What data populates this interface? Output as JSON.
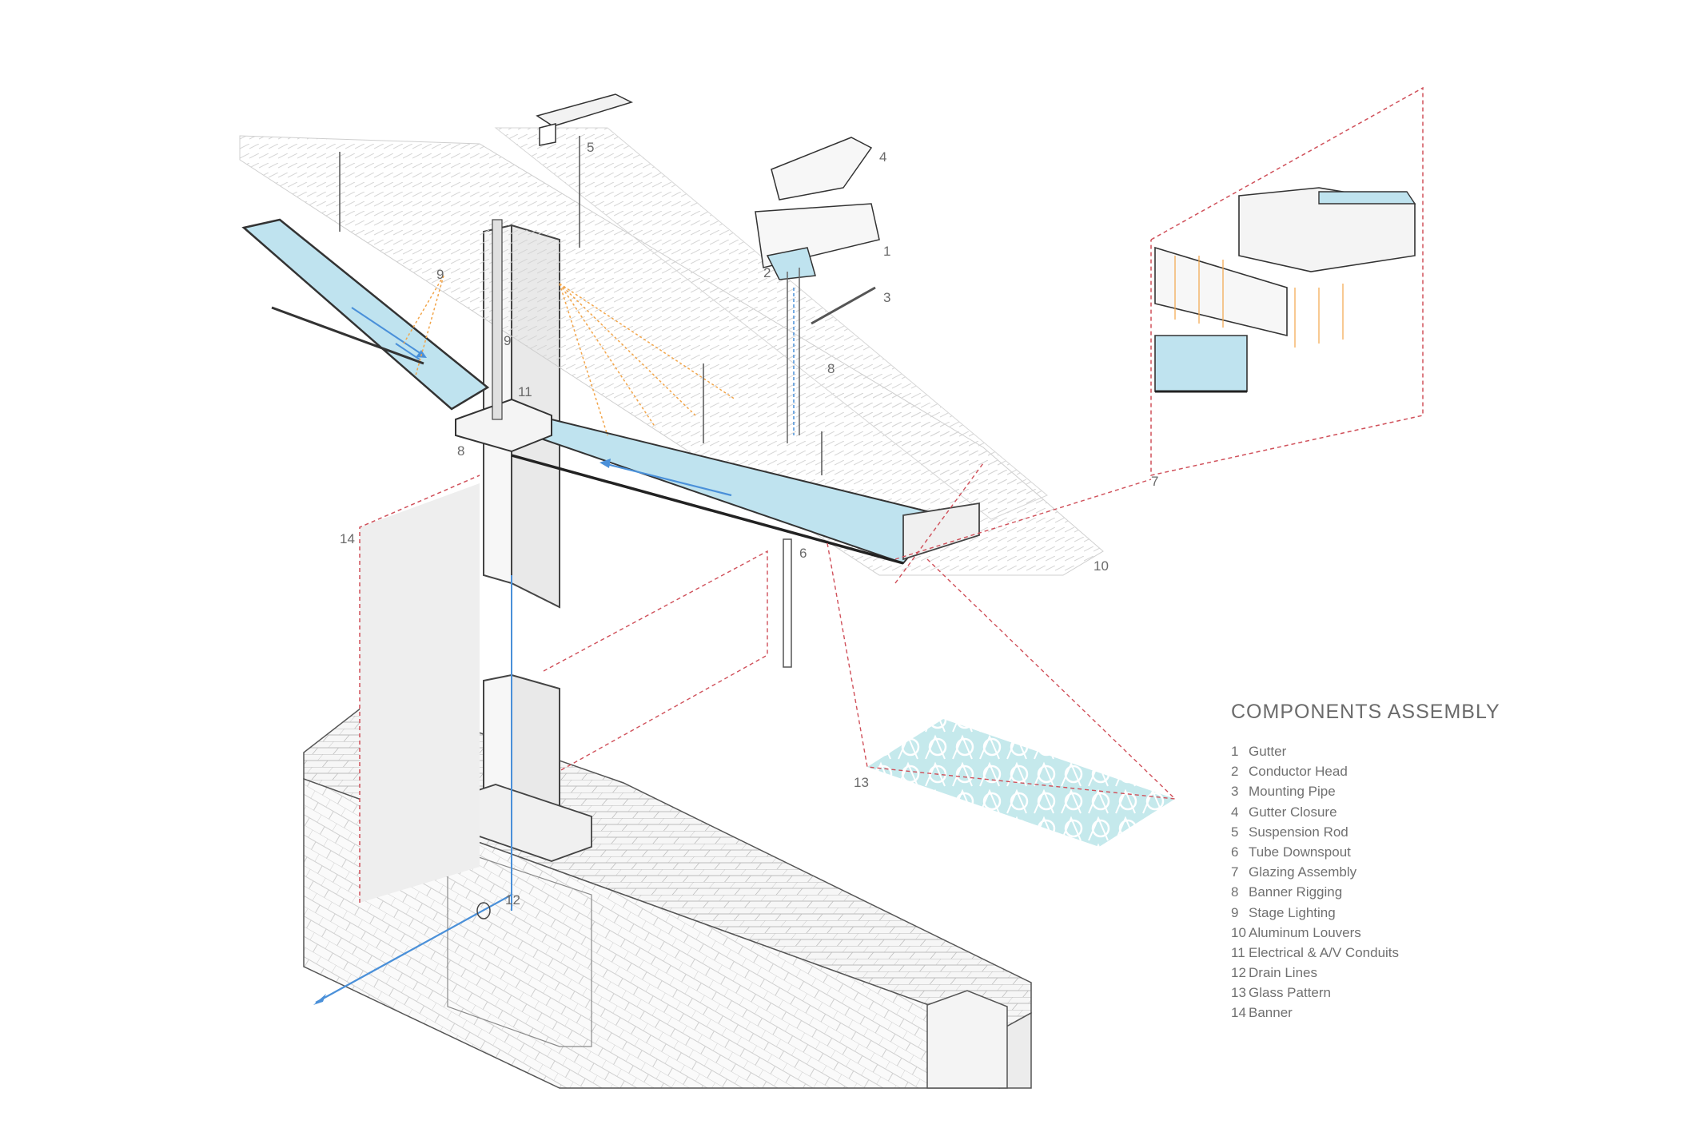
{
  "legend": {
    "title": "COMPONENTS ASSEMBLY",
    "items": [
      {
        "num": "1",
        "label": "Gutter"
      },
      {
        "num": "2",
        "label": "Conductor Head"
      },
      {
        "num": "3",
        "label": "Mounting Pipe"
      },
      {
        "num": "4",
        "label": "Gutter Closure"
      },
      {
        "num": "5",
        "label": "Suspension Rod"
      },
      {
        "num": "6",
        "label": "Tube Downspout"
      },
      {
        "num": "7",
        "label": "Glazing Assembly"
      },
      {
        "num": "8",
        "label": "Banner Rigging"
      },
      {
        "num": "9",
        "label": "Stage Lighting"
      },
      {
        "num": "10",
        "label": "Aluminum Louvers"
      },
      {
        "num": "11",
        "label": "Electrical & A/V Conduits"
      },
      {
        "num": "12",
        "label": "Drain Lines"
      },
      {
        "num": "13",
        "label": "Glass Pattern"
      },
      {
        "num": "14",
        "label": "Banner"
      }
    ]
  },
  "callouts": {
    "c1": "1",
    "c2": "2",
    "c3": "3",
    "c4": "4",
    "c5": "5",
    "c6": "6",
    "c7": "7",
    "c8a": "8",
    "c8b": "8",
    "c9a": "9",
    "c9b": "9",
    "c10": "10",
    "c11": "11",
    "c12": "12",
    "c13": "13",
    "c14": "14"
  },
  "colors": {
    "glass": "#bfe3ef",
    "flow_arrow": "#4a90d9",
    "light_beam": "#f2a54a",
    "dashed_guide": "#d0505a",
    "linework": "#555555"
  }
}
